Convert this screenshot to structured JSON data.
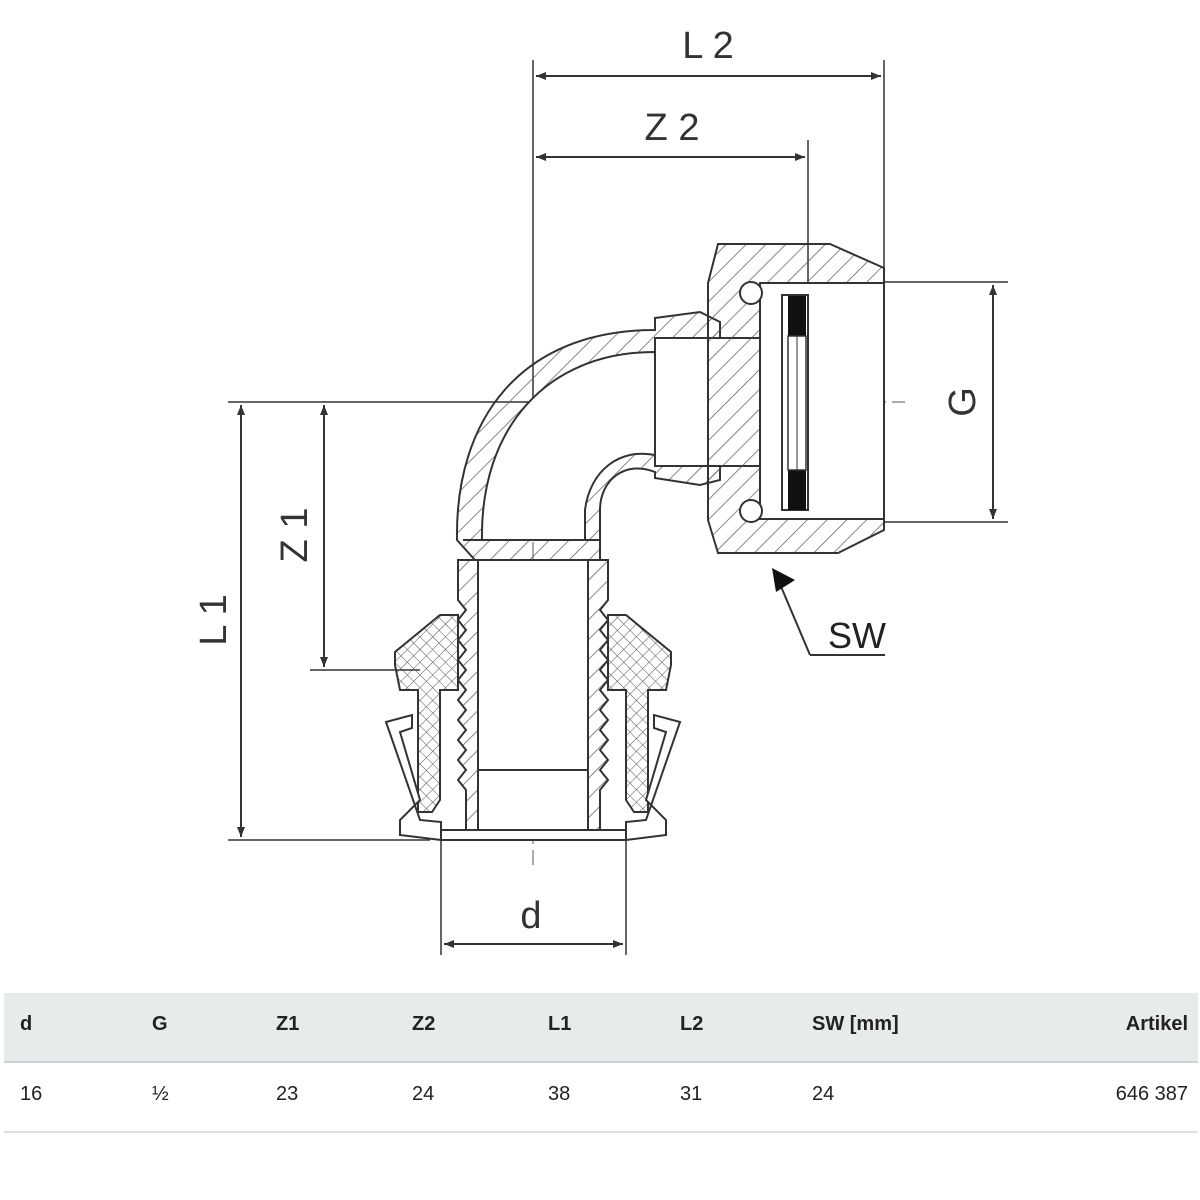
{
  "drawing": {
    "labels": {
      "l2": "L 2",
      "z2": "Z 2",
      "g": "G",
      "z1": "Z 1",
      "l1": "L 1",
      "sw": "SW",
      "d": "d"
    },
    "colors": {
      "line": "#333333",
      "hatch": "#555555",
      "seal": "#111111"
    }
  },
  "table": {
    "headers": [
      "d",
      "G",
      "Z1",
      "Z2",
      "L1",
      "L2",
      "SW [mm]",
      "Artikel"
    ],
    "rows": [
      [
        "16",
        "½",
        "23",
        "24",
        "38",
        "31",
        "24",
        "646 387"
      ]
    ]
  }
}
